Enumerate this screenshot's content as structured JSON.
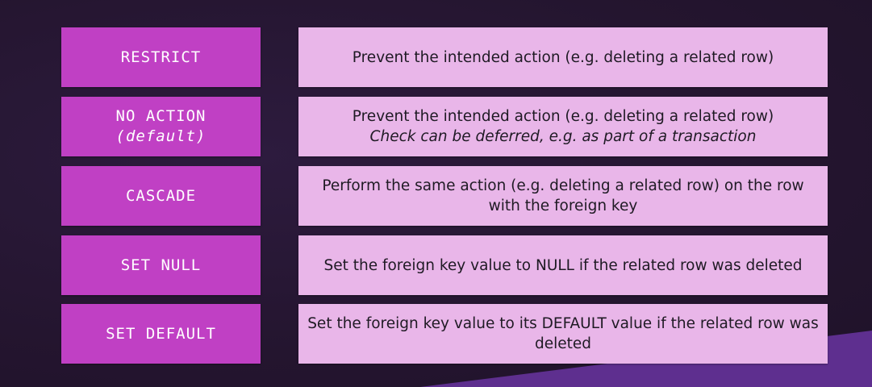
{
  "rows": [
    {
      "key": "RESTRICT",
      "key_sub": "",
      "desc": "Prevent the intended action (e.g. deleting a related row)",
      "desc_note": ""
    },
    {
      "key": "NO ACTION",
      "key_sub": "(default)",
      "desc": "Prevent the intended action (e.g. deleting a related row)",
      "desc_note": "Check can be deferred, e.g. as part of a transaction"
    },
    {
      "key": "CASCADE",
      "key_sub": "",
      "desc": "Perform the same action (e.g. deleting a related row) on the row with the foreign key",
      "desc_note": ""
    },
    {
      "key": "SET NULL",
      "key_sub": "",
      "desc": "Set the foreign key value to NULL if the related row was deleted",
      "desc_note": ""
    },
    {
      "key": "SET DEFAULT",
      "key_sub": "",
      "desc": "Set the foreign key value to its DEFAULT value if the related row was deleted",
      "desc_note": ""
    }
  ],
  "colors": {
    "background": "#24152f",
    "accent": "#5e2f8f",
    "key_box": "#c040c4",
    "desc_box": "#e9b6e9"
  }
}
